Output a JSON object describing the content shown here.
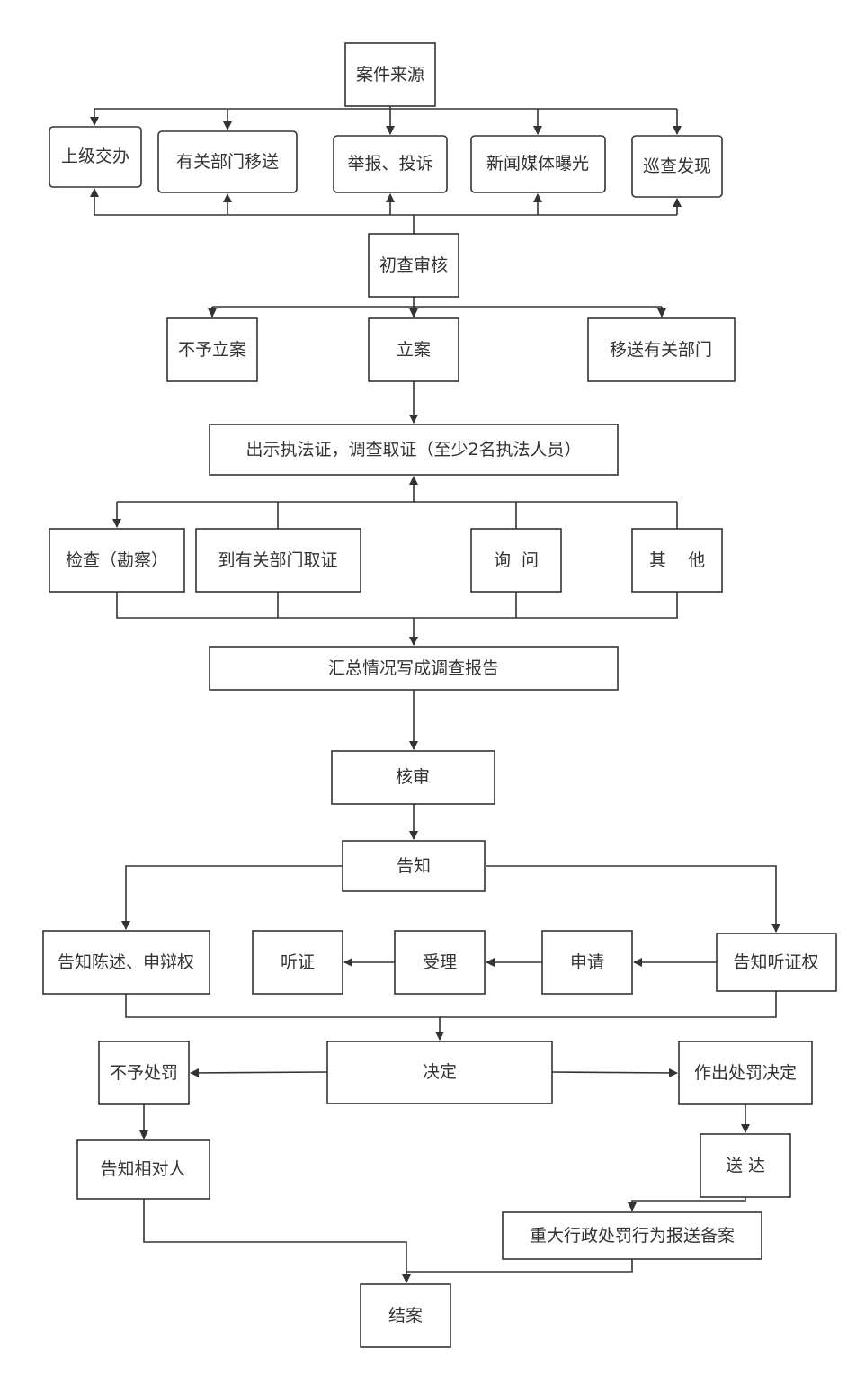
{
  "nodes": {
    "case_source": "案件来源",
    "superior_assign": "上级交办",
    "dept_transfer": "有关部门移送",
    "report_complaint": "举报、投诉",
    "media_exposure": "新闻媒体曝光",
    "patrol_discover": "巡查发现",
    "initial_review": "初查审核",
    "no_filing": "不予立案",
    "filing": "立案",
    "transfer_dept": "移送有关部门",
    "show_credentials": "出示执法证，调查取证（至少2名执法人员）",
    "inspection": "检查（勘察）",
    "collect_evidence": "到有关部门取证",
    "inquiry": "询  问",
    "other": "其    他",
    "summary_report": "汇总情况写成调查报告",
    "verify": "核审",
    "notify": "告知",
    "notify_statement_right": "告知陈述、申辩权",
    "hearing": "听证",
    "accept": "受理",
    "apply": "申请",
    "notify_hearing_right": "告知听证权",
    "decision": "决定",
    "no_penalty": "不予处罚",
    "make_penalty_decision": "作出处罚决定",
    "notify_party": "告知相对人",
    "deliver": "送 达",
    "major_penalty_report": "重大行政处罚行为报送备案",
    "close_case": "结案"
  }
}
